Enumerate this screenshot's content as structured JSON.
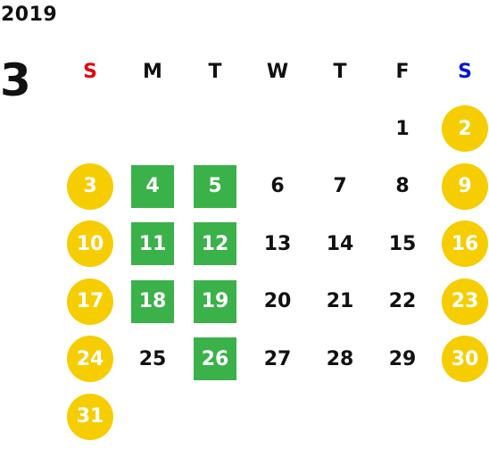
{
  "calendar": {
    "year": "2019",
    "month": "3",
    "weekdays": [
      {
        "label": "S",
        "color": "#e60012"
      },
      {
        "label": "M",
        "color": "#111111"
      },
      {
        "label": "T",
        "color": "#111111"
      },
      {
        "label": "W",
        "color": "#111111"
      },
      {
        "label": "T",
        "color": "#111111"
      },
      {
        "label": "F",
        "color": "#111111"
      },
      {
        "label": "S",
        "color": "#0018d6"
      }
    ],
    "colors": {
      "holiday_circle": "#f6cd00",
      "closed_square": "#3bb14a",
      "text": "#111111"
    },
    "weeks": [
      [
        {
          "day": "",
          "type": "empty"
        },
        {
          "day": "",
          "type": "empty"
        },
        {
          "day": "",
          "type": "empty"
        },
        {
          "day": "",
          "type": "empty"
        },
        {
          "day": "",
          "type": "empty"
        },
        {
          "day": "1",
          "type": "normal"
        },
        {
          "day": "2",
          "type": "holiday"
        }
      ],
      [
        {
          "day": "3",
          "type": "holiday"
        },
        {
          "day": "4",
          "type": "closed"
        },
        {
          "day": "5",
          "type": "closed"
        },
        {
          "day": "6",
          "type": "normal"
        },
        {
          "day": "7",
          "type": "normal"
        },
        {
          "day": "8",
          "type": "normal"
        },
        {
          "day": "9",
          "type": "holiday"
        }
      ],
      [
        {
          "day": "10",
          "type": "holiday"
        },
        {
          "day": "11",
          "type": "closed"
        },
        {
          "day": "12",
          "type": "closed"
        },
        {
          "day": "13",
          "type": "normal"
        },
        {
          "day": "14",
          "type": "normal"
        },
        {
          "day": "15",
          "type": "normal"
        },
        {
          "day": "16",
          "type": "holiday"
        }
      ],
      [
        {
          "day": "17",
          "type": "holiday"
        },
        {
          "day": "18",
          "type": "closed"
        },
        {
          "day": "19",
          "type": "closed"
        },
        {
          "day": "20",
          "type": "normal"
        },
        {
          "day": "21",
          "type": "normal"
        },
        {
          "day": "22",
          "type": "normal"
        },
        {
          "day": "23",
          "type": "holiday"
        }
      ],
      [
        {
          "day": "24",
          "type": "holiday"
        },
        {
          "day": "25",
          "type": "normal"
        },
        {
          "day": "26",
          "type": "closed"
        },
        {
          "day": "27",
          "type": "normal"
        },
        {
          "day": "28",
          "type": "normal"
        },
        {
          "day": "29",
          "type": "normal"
        },
        {
          "day": "30",
          "type": "holiday"
        }
      ],
      [
        {
          "day": "31",
          "type": "holiday"
        },
        {
          "day": "",
          "type": "empty"
        },
        {
          "day": "",
          "type": "empty"
        },
        {
          "day": "",
          "type": "empty"
        },
        {
          "day": "",
          "type": "empty"
        },
        {
          "day": "",
          "type": "empty"
        },
        {
          "day": "",
          "type": "empty"
        }
      ]
    ]
  }
}
